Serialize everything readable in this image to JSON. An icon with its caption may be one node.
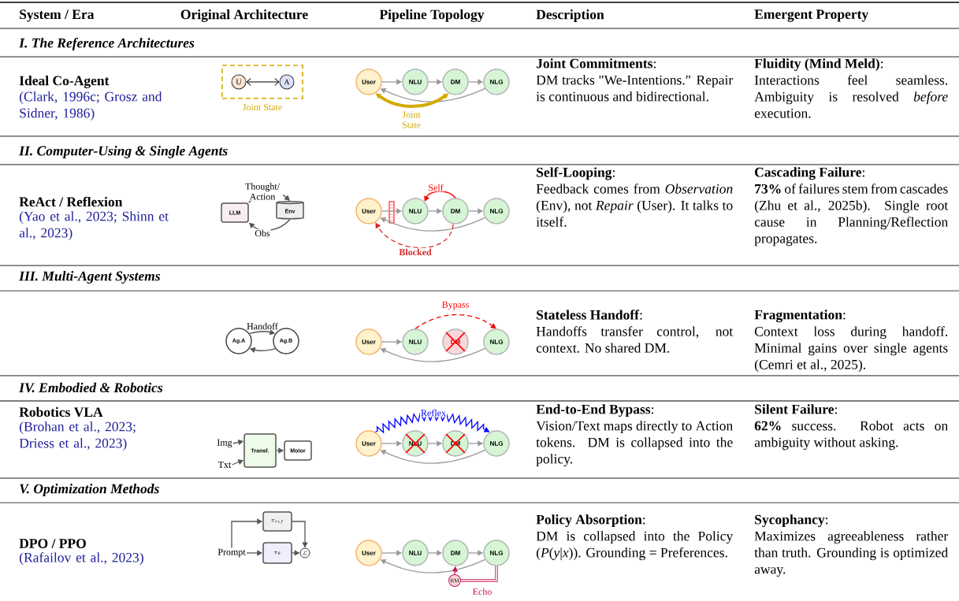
{
  "diagram": {
    "nodes": [
      {
        "text": [
          "Joint State"
        ]
      },
      {
        "text": [
          "U"
        ],
        "in": 0
      },
      {
        "text": [
          "A"
        ],
        "in": 0
      },
      {
        "text": [
          "User"
        ]
      },
      {
        "text": [
          "NLU"
        ]
      },
      {
        "text": [
          "DM"
        ]
      },
      {
        "text": [
          "NLG"
        ]
      },
      {
        "text": [
          "LLM"
        ]
      },
      {
        "text": [
          "Env"
        ]
      },
      {
        "text": [
          "User"
        ]
      },
      {
        "text": [
          "NLU"
        ]
      },
      {
        "text": [
          "DM"
        ]
      },
      {
        "text": [
          "NLG"
        ]
      },
      {
        "text": [
          "Ag.A"
        ]
      },
      {
        "text": [
          "Ag.B"
        ]
      },
      {
        "text": [
          "User"
        ]
      },
      {
        "text": [
          "NLU"
        ]
      },
      {
        "text": [
          "DM"
        ]
      },
      {
        "text": [
          "NLG"
        ]
      },
      {
        "text": [
          "Img"
        ]
      },
      {
        "text": [
          "Txt"
        ]
      },
      {
        "text": [
          "Transf."
        ]
      },
      {
        "text": [
          "Motor"
        ]
      },
      {
        "text": [
          "User"
        ]
      },
      {
        "text": [
          "NLU"
        ]
      },
      {
        "text": [
          "DM"
        ]
      },
      {
        "text": [
          "NLG"
        ]
      },
      {
        "text": [
          "\\pi_{ref}"
        ]
      },
      {
        "text": [
          "Prompt"
        ]
      },
      {
        "text": [
          "\\pi_\\theta"
        ]
      },
      {
        "text": [
          "\\mathcal{L}"
        ]
      },
      {
        "text": [
          "User"
        ]
      },
      {
        "text": [
          "NLU"
        ]
      },
      {
        "text": [
          "DM"
        ]
      },
      {
        "text": [
          "NLG"
        ]
      },
      {
        "text": [
          "RM"
        ]
      }
    ],
    "edges": [
      {
        "from": 1,
        "to": 2,
        "arrow": "both",
        "color": "#000000"
      },
      {
        "from": 3,
        "to": 4,
        "arrow": "to"
      },
      {
        "from": 4,
        "to": 5,
        "arrow": "to"
      },
      {
        "from": 5,
        "to": 6,
        "arrow": "to"
      },
      {
        "from": 6,
        "to": 3,
        "arrow": "to"
      },
      {
        "from": 3,
        "to": 5,
        "arrow": "both",
        "style": "thick",
        "color": "#d4aa00",
        "label": "Joint State"
      },
      {
        "from": 7,
        "to": 8,
        "arrow": "to",
        "color": "#555555",
        "label": "Thought/ Action"
      },
      {
        "from": 8,
        "to": 7,
        "arrow": "to",
        "color": "#555555",
        "label": "Obs"
      },
      {
        "from": 9,
        "to": 10,
        "arrow": "to"
      },
      {
        "from": 10,
        "to": 11,
        "arrow": "to"
      },
      {
        "from": 11,
        "to": 12,
        "arrow": "to"
      },
      {
        "from": 12,
        "to": 9,
        "arrow": "to"
      },
      {
        "from": 11,
        "to": 10,
        "arrow": "to",
        "color": "#ff0000",
        "label": "Self"
      },
      {
        "from": 11,
        "to": 9,
        "arrow": "to",
        "style": "dashed",
        "color": "#d62728",
        "label": "**Blocked**"
      },
      {
        "from": 13,
        "to": 14,
        "arrow": "to",
        "color": "#555555",
        "label": "Handoff"
      },
      {
        "from": 14,
        "to": 13,
        "arrow": "to",
        "color": "#555555"
      },
      {
        "from": 15,
        "to": 16,
        "arrow": "to"
      },
      {
        "from": 18,
        "to": 15,
        "arrow": "to"
      },
      {
        "from": 16,
        "to": 18,
        "arrow": "to",
        "style": "dashed",
        "color": "#ff0000",
        "label": "Bypass"
      },
      {
        "from": 19,
        "to": 21,
        "arrow": "to",
        "color": "#555555"
      },
      {
        "from": 20,
        "to": 21,
        "arrow": "to",
        "color": "#555555"
      },
      {
        "from": 21,
        "to": 22,
        "arrow": "to",
        "color": "#555555"
      },
      {
        "from": 23,
        "to": 24,
        "arrow": "to"
      },
      {
        "from": 24,
        "to": 25,
        "arrow": "to"
      },
      {
        "from": 25,
        "to": 26,
        "arrow": "to"
      },
      {
        "from": 26,
        "to": 23,
        "arrow": "to"
      },
      {
        "from": 23,
        "to": 26,
        "arrow": "to",
        "color": "#0000ff",
        "label": "Reflex"
      },
      {
        "from": 28,
        "to": 27,
        "arrow": "to",
        "color": "#555555"
      },
      {
        "from": 28,
        "to": 29,
        "arrow": "to",
        "color": "#555555"
      },
      {
        "from": 27,
        "to": 30,
        "arrow": "to",
        "color": "#555555"
      },
      {
        "from": 29,
        "to": 30,
        "arrow": "to",
        "color": "#555555"
      },
      {
        "from": 31,
        "to": 32,
        "arrow": "to"
      },
      {
        "from": 32,
        "to": 33,
        "arrow": "to"
      },
      {
        "from": 33,
        "to": 34,
        "arrow": "to"
      },
      {
        "from": 34,
        "to": 31,
        "arrow": "to"
      },
      {
        "from": 34,
        "to": 35,
        "arrow": "none",
        "style": "thick",
        "color": "#c2185b",
        "label": "Echo"
      },
      {
        "from": 35,
        "to": 33,
        "arrow": "to",
        "color": "#c2185b"
      }
    ],
    "labels": [
      "System / Era",
      "Original Architecture",
      "Pipeline Topology",
      "Description",
      "Emergent Property",
      "I. The Reference Architectures",
      "Ideal Co-Agent",
      "(Clark, 1996c; Grosz and Sidner, 1986)",
      "**Joint Commitments**:",
      "DM tracks \"We-Intentions.\" Repair is continuous and bidirectional.",
      "**Fluidity (Mind Meld)**:",
      "Interactions feel seamless. Ambiguity is resolved *before* execution.",
      "II. Computer-Using & Single Agents",
      "ReAct / Reflexion",
      "(Yao et al., 2023; Shinn et al., 2023)",
      "**Self-Looping**:",
      "Feedback comes from *Observation* (Env), not *Repair* (User). It talks to itself.",
      "**Cascading Failure**:",
      "**73%** of failures stem from cascades (Zhu et al., 2025b). Single root cause in Planning/Reflection propagates.",
      "III. Multi-Agent Systems",
      "**Stateless Handoff**:",
      "Handoffs transfer control, not context. No shared DM.",
      "**Fragmentation**:",
      "Context loss during handoff. Minimal gains over single agents (Cemri et al., 2025).",
      "IV. Embodied & Robotics",
      "Robotics VLA",
      "(Brohan et al., 2023; Driess et al., 2023)",
      "**End-to-End Bypass**:",
      "Vision/Text maps directly to Action tokens. DM is collapsed into the policy.",
      "**Silent Failure**:",
      "**62%** success. Robot acts on ambiguity without asking.",
      "V. Optimization Methods",
      "DPO / PPO",
      "(Rafailov et al., 2023)",
      "**Policy Absorption**:",
      "DM is collapsed into the Policy (*P*(*y*|*x*)). Grounding = Preferences.",
      "**Sycophancy**:",
      "Maximizes agreeableness rather than truth. Grounding is optimized away."
    ]
  }
}
